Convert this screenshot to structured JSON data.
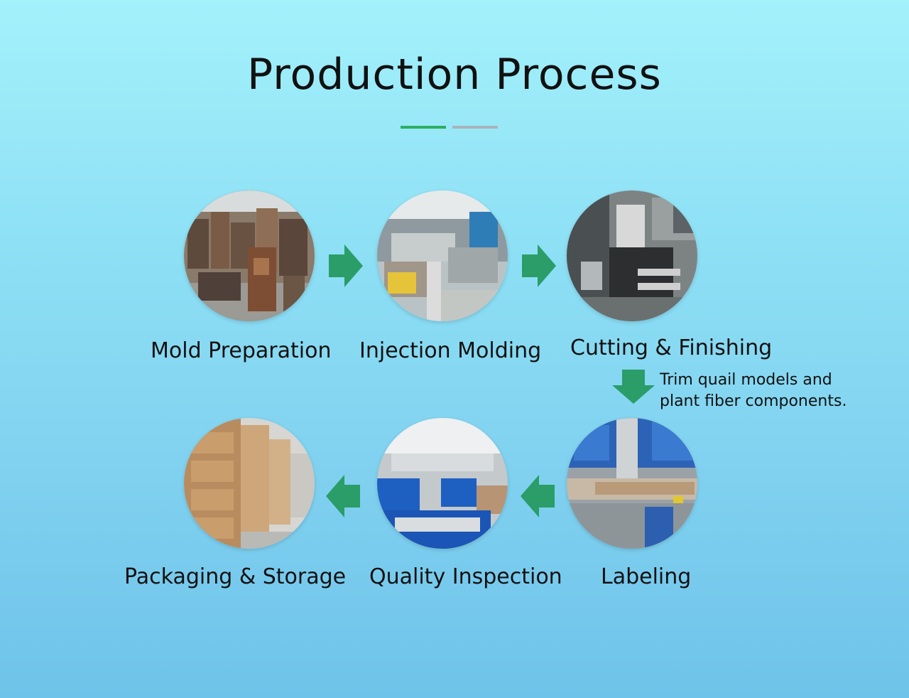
{
  "title": "Production Process",
  "steps": [
    {
      "label": "Mold Preparation",
      "image": "warehouse of stacked molds"
    },
    {
      "label": "Injection Molding",
      "image": "injection molding machine"
    },
    {
      "label": "Cutting & Finishing",
      "image": "cutting machinery"
    },
    {
      "label": "Labeling",
      "image": "labeling conveyor line"
    },
    {
      "label": "Quality Inspection",
      "image": "factory floor with blue crates"
    },
    {
      "label": "Packaging & Storage",
      "image": "stacked cardboard boxes"
    }
  ],
  "cutting_note": [
    "Trim quail models and",
    "plant fiber components."
  ],
  "colors": {
    "accent": "#2a9d68",
    "divider_green": "#2fae62",
    "divider_grey": "#a8b4bb"
  }
}
